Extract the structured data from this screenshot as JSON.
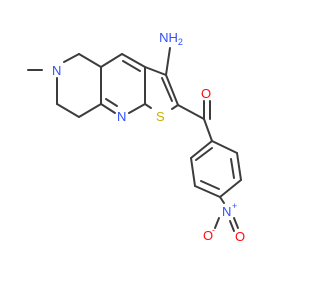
{
  "molecule": {
    "colors": {
      "bond": "#3c3c3c",
      "carbon_label": "#3c3c3c",
      "nitrogen": "#3050f8",
      "oxygen": "#ff0d0d",
      "sulfur": "#c8b400",
      "background": "#ffffff"
    },
    "labels": {
      "amino_nh": "NH",
      "amino_sub": "2",
      "amine_n": "N",
      "pyridine_n": "N",
      "sulfur": "S",
      "ketone_o": "O",
      "nitro_n": "N",
      "nitro_n_charge": "+",
      "nitro_o_single": "O",
      "nitro_o_single_charge": "-",
      "nitro_o_double": "O"
    }
  }
}
